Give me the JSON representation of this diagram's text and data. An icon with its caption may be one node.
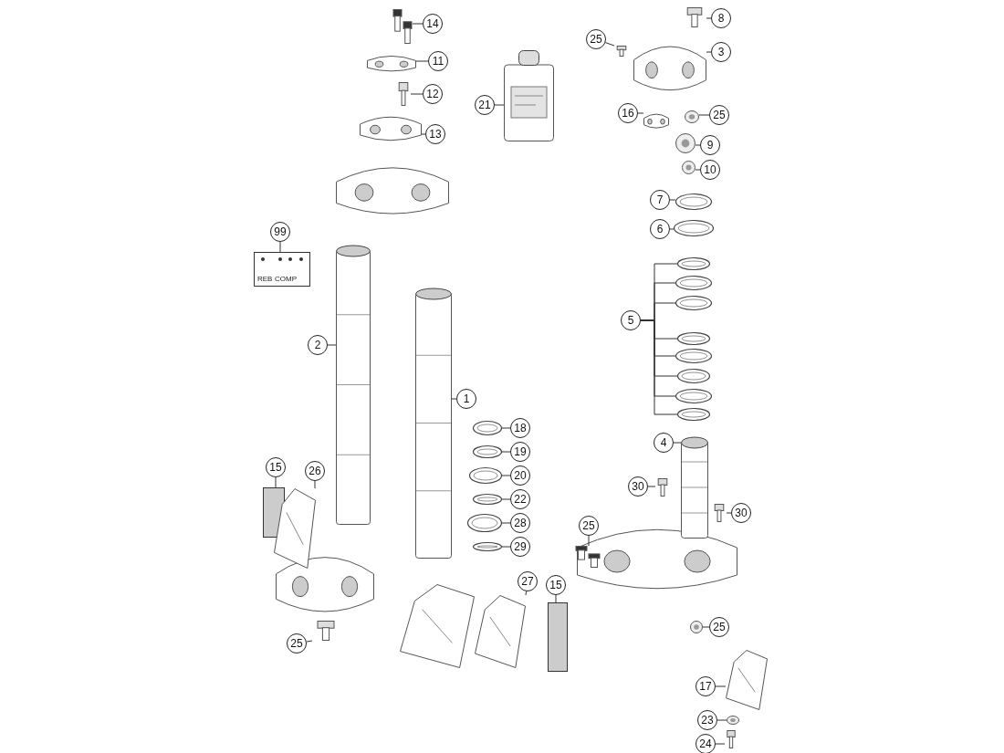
{
  "diagram": {
    "nodes": [
      {
        "text": [
          "14"
        ]
      },
      {
        "text": [],
        "shape": "picture"
      },
      {
        "text": [
          "11"
        ]
      },
      {
        "text": [],
        "shape": "picture"
      },
      {
        "text": [
          "12"
        ]
      },
      {
        "text": [],
        "shape": "picture"
      },
      {
        "text": [
          "13"
        ]
      },
      {
        "text": [],
        "shape": "picture"
      },
      {
        "text": [
          "21"
        ]
      },
      {
        "text": [],
        "shape": "picture"
      },
      {
        "text": [
          "8"
        ]
      },
      {
        "text": [],
        "shape": "picture"
      },
      {
        "text": [
          "25"
        ]
      },
      {
        "text": [],
        "shape": "picture"
      },
      {
        "text": [
          "3"
        ]
      },
      {
        "text": [],
        "shape": "picture"
      },
      {
        "text": [
          "16"
        ]
      },
      {
        "text": [],
        "shape": "picture"
      },
      {
        "text": [
          "25"
        ]
      },
      {
        "text": [],
        "shape": "picture"
      },
      {
        "text": [
          "9"
        ]
      },
      {
        "text": [],
        "shape": "picture"
      },
      {
        "text": [
          "10"
        ]
      },
      {
        "text": [],
        "shape": "picture"
      },
      {
        "text": [
          "99"
        ]
      },
      {
        "text": [
          "REB",
          "COMP"
        ]
      },
      {
        "text": [
          "7"
        ]
      },
      {
        "text": [],
        "shape": "picture"
      },
      {
        "text": [
          "6"
        ]
      },
      {
        "text": [],
        "shape": "picture"
      },
      {
        "text": [
          "2"
        ]
      },
      {
        "text": [],
        "shape": "picture"
      },
      {
        "text": [
          "5"
        ]
      },
      {
        "text": [],
        "shape": "picture"
      },
      {
        "text": [],
        "shape": "picture"
      },
      {
        "text": [],
        "shape": "picture"
      },
      {
        "text": [],
        "shape": "picture"
      },
      {
        "text": [],
        "shape": "picture"
      },
      {
        "text": [],
        "shape": "picture"
      },
      {
        "text": [],
        "shape": "picture"
      },
      {
        "text": [],
        "shape": "picture"
      },
      {
        "text": [
          "1"
        ]
      },
      {
        "text": [],
        "shape": "picture"
      },
      {
        "text": [
          "18"
        ]
      },
      {
        "text": [],
        "shape": "picture"
      },
      {
        "text": [
          "19"
        ]
      },
      {
        "text": [],
        "shape": "picture"
      },
      {
        "text": [
          "20"
        ]
      },
      {
        "text": [],
        "shape": "picture"
      },
      {
        "text": [
          "22"
        ]
      },
      {
        "text": [],
        "shape": "picture"
      },
      {
        "text": [
          "28"
        ]
      },
      {
        "text": [],
        "shape": "picture"
      },
      {
        "text": [
          "29"
        ]
      },
      {
        "text": [],
        "shape": "picture"
      },
      {
        "text": [
          "4"
        ]
      },
      {
        "text": [],
        "shape": "picture"
      },
      {
        "text": [
          "15"
        ]
      },
      {
        "text": [],
        "shape": "box"
      },
      {
        "text": [
          "26"
        ]
      },
      {
        "text": [],
        "shape": "picture"
      },
      {
        "text": [
          "30"
        ]
      },
      {
        "text": [],
        "shape": "picture"
      },
      {
        "text": [
          "30"
        ]
      },
      {
        "text": [],
        "shape": "picture"
      },
      {
        "text": [
          "25"
        ]
      },
      {
        "text": [],
        "shape": "picture"
      },
      {
        "text": [
          "27"
        ]
      },
      {
        "text": [],
        "shape": "picture"
      },
      {
        "text": [
          "15"
        ]
      },
      {
        "text": [],
        "shape": "box"
      },
      {
        "text": [
          "25"
        ]
      },
      {
        "text": [],
        "shape": "picture"
      },
      {
        "text": [
          "25"
        ]
      },
      {
        "text": [],
        "shape": "picture"
      },
      {
        "text": [
          "17"
        ]
      },
      {
        "text": [],
        "shape": "picture"
      },
      {
        "text": [
          "23"
        ]
      },
      {
        "text": [],
        "shape": "picture"
      },
      {
        "text": [
          "24"
        ]
      },
      {
        "text": [],
        "shape": "picture"
      }
    ],
    "edges": [
      {
        "from": 0,
        "to": 1,
        "arrow": "none"
      },
      {
        "from": 2,
        "to": 3,
        "arrow": "none"
      },
      {
        "from": 4,
        "to": 5,
        "arrow": "none"
      },
      {
        "from": 6,
        "to": 7,
        "arrow": "none"
      },
      {
        "from": 8,
        "to": 9,
        "arrow": "none"
      },
      {
        "from": 10,
        "to": 11,
        "arrow": "none"
      },
      {
        "from": 12,
        "to": 13,
        "arrow": "none"
      },
      {
        "from": 14,
        "to": 15,
        "arrow": "none"
      },
      {
        "from": 16,
        "to": 17,
        "arrow": "none"
      },
      {
        "from": 18,
        "to": 19,
        "arrow": "none"
      },
      {
        "from": 20,
        "to": 21,
        "arrow": "none"
      },
      {
        "from": 22,
        "to": 23,
        "arrow": "none"
      },
      {
        "from": 24,
        "to": 25,
        "arrow": "none"
      },
      {
        "from": 26,
        "to": 27,
        "arrow": "none"
      },
      {
        "from": 28,
        "to": 29,
        "arrow": "none"
      },
      {
        "from": 30,
        "to": 31,
        "arrow": "none"
      },
      {
        "from": 32,
        "to": 33,
        "arrow": "none"
      },
      {
        "from": 32,
        "to": 34,
        "arrow": "none"
      },
      {
        "from": 32,
        "to": 35,
        "arrow": "none"
      },
      {
        "from": 32,
        "to": 36,
        "arrow": "none"
      },
      {
        "from": 32,
        "to": 37,
        "arrow": "none"
      },
      {
        "from": 32,
        "to": 38,
        "arrow": "none"
      },
      {
        "from": 32,
        "to": 39,
        "arrow": "none"
      },
      {
        "from": 32,
        "to": 40,
        "arrow": "none"
      },
      {
        "from": 41,
        "to": 42,
        "arrow": "none"
      },
      {
        "from": 43,
        "to": 44,
        "arrow": "none"
      },
      {
        "from": 45,
        "to": 46,
        "arrow": "none"
      },
      {
        "from": 47,
        "to": 48,
        "arrow": "none"
      },
      {
        "from": 49,
        "to": 50,
        "arrow": "none"
      },
      {
        "from": 51,
        "to": 52,
        "arrow": "none"
      },
      {
        "from": 53,
        "to": 54,
        "arrow": "none"
      },
      {
        "from": 55,
        "to": 56,
        "arrow": "none"
      },
      {
        "from": 57,
        "to": 58,
        "arrow": "none"
      },
      {
        "from": 59,
        "to": 60,
        "arrow": "none"
      },
      {
        "from": 61,
        "to": 62,
        "arrow": "none"
      },
      {
        "from": 63,
        "to": 64,
        "arrow": "none"
      },
      {
        "from": 65,
        "to": 66,
        "arrow": "none"
      },
      {
        "from": 67,
        "to": 68,
        "arrow": "none"
      },
      {
        "from": 69,
        "to": 70,
        "arrow": "none"
      },
      {
        "from": 71,
        "to": 72,
        "arrow": "none"
      },
      {
        "from": 73,
        "to": 74,
        "arrow": "none"
      },
      {
        "from": 75,
        "to": 76,
        "arrow": "none"
      },
      {
        "from": 77,
        "to": 78,
        "arrow": "none"
      },
      {
        "from": 79,
        "to": 80,
        "arrow": "none"
      }
    ]
  }
}
